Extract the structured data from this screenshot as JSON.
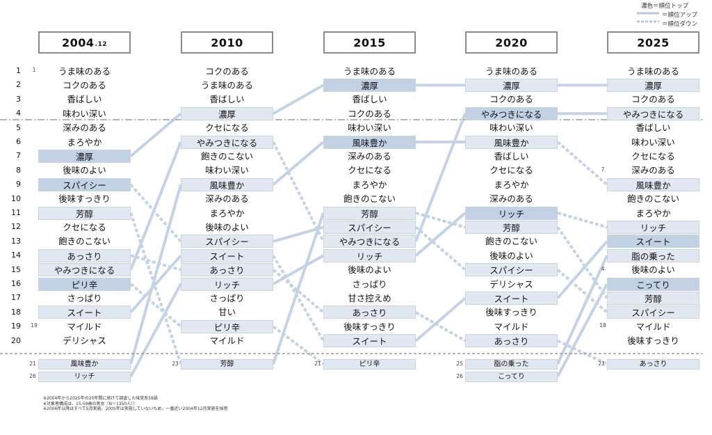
{
  "legend": {
    "dark": "濃色＝順位トップ",
    "up": "＝順位アップ",
    "down": "＝順位ダウン"
  },
  "notes": [
    "※2004年から2025年の20年間に続けて調査した味覚系59語",
    "※対象者構成は、15-59歳の男女（N＝1350人））",
    "※2006年以降はすべて5月実施。2005年は実施していないため、一番近い2004年12月実施を採用"
  ],
  "rank_numbers": [
    "1",
    "2",
    "3",
    "4",
    "5",
    "6",
    "7",
    "8",
    "9",
    "10",
    "11",
    "12",
    "13",
    "14",
    "15",
    "16",
    "17",
    "18",
    "19",
    "20"
  ],
  "chart_data": {
    "type": "table",
    "columns": [
      {
        "year": "2004",
        "year_sub": ".12",
        "items": [
          "うま味のある",
          "コクのある",
          "香ばしい",
          "味わい深い",
          "深みのある",
          "まろやか",
          "濃厚",
          "後味のよい",
          "スパイシー",
          "後味すっきり",
          "芳醇",
          "クセになる",
          "飽きのこない",
          "あっさり",
          "やみつきになる",
          "ピリ辛",
          "さっぱり",
          "スイート",
          "マイルド",
          "デリシャス"
        ],
        "dark": [
          6,
          8,
          15
        ],
        "light": [
          10,
          13,
          14,
          17
        ],
        "prev_rank": {
          "1": "1",
          "19": "19"
        },
        "extra": [
          {
            "rank": "21",
            "label": "風味豊か"
          },
          {
            "rank": "26",
            "label": "リッチ"
          }
        ]
      },
      {
        "year": "2010",
        "year_sub": "",
        "items": [
          "コクのある",
          "うま味のある",
          "香ばしい",
          "濃厚",
          "クセになる",
          "やみつきになる",
          "飽きのこない",
          "味わい深い",
          "風味豊か",
          "深みのある",
          "まろやか",
          "後味のよい",
          "スパイシー",
          "スイート",
          "あっさり",
          "リッチ",
          "さっぱり",
          "甘い",
          "ピリ辛",
          "マイルド"
        ],
        "dark": [],
        "light": [
          3,
          5,
          8,
          12,
          13,
          14,
          15,
          18
        ],
        "prev_rank": {},
        "extra": [
          {
            "rank": "23",
            "label": "芳醇"
          }
        ]
      },
      {
        "year": "2015",
        "year_sub": "",
        "items": [
          "うま味のある",
          "濃厚",
          "香ばしい",
          "コクのある",
          "味わい深い",
          "風味豊か",
          "深みのある",
          "クセになる",
          "まろやか",
          "飽きのこない",
          "芳醇",
          "スパイシー",
          "やみつきになる",
          "リッチ",
          "後味のよい",
          "さっぱり",
          "甘さ控えめ",
          "あっさり",
          "後味すっきり",
          "スイート"
        ],
        "dark": [
          1,
          5
        ],
        "light": [
          10,
          11,
          12,
          13,
          17,
          19
        ],
        "prev_rank": {},
        "extra": [
          {
            "rank": "21",
            "label": "ピリ辛"
          }
        ]
      },
      {
        "year": "2020",
        "year_sub": "",
        "items": [
          "うま味のある",
          "濃厚",
          "コクのある",
          "やみつきになる",
          "味わい深い",
          "風味豊か",
          "香ばしい",
          "クセになる",
          "まろやか",
          "深みのある",
          "リッチ",
          "芳醇",
          "飽きのこない",
          "後味のよい",
          "スパイシー",
          "デリシャス",
          "スイート",
          "後味すっきり",
          "マイルド",
          "あっさり"
        ],
        "dark": [
          3,
          10
        ],
        "light": [
          1,
          5,
          11,
          14,
          16,
          19
        ],
        "prev_rank": {},
        "extra": [
          {
            "rank": "25",
            "label": "脂の乗った"
          },
          {
            "rank": "26",
            "label": "こってり"
          }
        ]
      },
      {
        "year": "2025",
        "year_sub": "",
        "items": [
          "うま味のある",
          "濃厚",
          "コクのある",
          "やみつきになる",
          "香ばしい",
          "味わい深い",
          "クセになる",
          "深みのある",
          "風味豊か",
          "飽きのこない",
          "まろやか",
          "リッチ",
          "スイート",
          "脂の乗った",
          "後味のよい",
          "こってり",
          "芳醇",
          "スパイシー",
          "マイルド",
          "後味すっきり"
        ],
        "dark": [
          12,
          15
        ],
        "light": [
          1,
          3,
          8,
          11,
          13,
          16,
          17
        ],
        "prev_rank": {
          "8": "7",
          "15": "4",
          "19": "18"
        },
        "extra": [
          {
            "rank": "21",
            "label": "あっさり"
          }
        ]
      }
    ]
  }
}
